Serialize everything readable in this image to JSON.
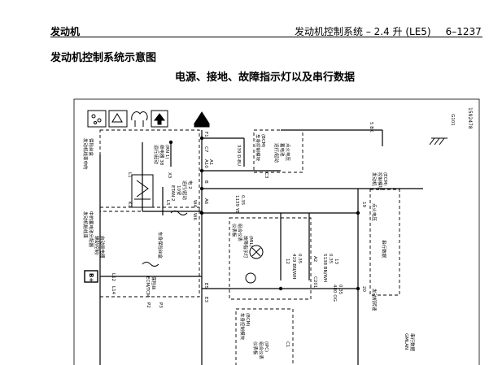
{
  "header": {
    "left": "发动机",
    "right": "发动机控制系统 – 2.4 升 (LE5)",
    "page": "6–1237"
  },
  "section_title": "发动机控制系统示意图",
  "diagram": {
    "title": "电源、接地、故障指示灯以及串行数据",
    "figure_id": "1592478",
    "icons": [
      "o2-sensor-icon",
      "ecm-icon",
      "fuse-block-icon",
      "up-arrow-icon",
      "warning-triangle-icon"
    ],
    "left_labels": [
      "发动机线束中的",
      "保险丝盒",
      "发动机舱线束",
      "中的蓄电池分配器",
      "辅助控制/",
      "启动继电器",
      "车身保险丝盒",
      "ECM/TCM",
      "保险丝"
    ],
    "relay_labels": [
      "运行/起动",
      "继电器 38",
      "(RN 1)",
      "运行/起动",
      "电 2",
      "ETAN 2",
      "10安"
    ],
    "pins": [
      "F1",
      "C7",
      "A10",
      "A1",
      "X3",
      "B",
      "C3",
      "L1",
      "K1",
      "A6",
      "L5",
      "W4",
      "W6",
      "L12",
      "L14",
      "P3",
      "P2",
      "E5",
      "A2",
      "E3",
      "C201",
      "12",
      "13",
      "19",
      "20",
      "C1"
    ],
    "wires": [
      "5 BK",
      "339 D-BU",
      "1139 YE",
      "0.35",
      "419 BN/WH",
      "0.35",
      "5138 BN/WH",
      "0.35",
      "480 OG",
      "0.35",
      "G101"
    ],
    "right_labels": [
      "车身控制模块",
      "(BCM)",
      "运行/起动",
      "蓄电池",
      "点火电压",
      "发动机",
      "控制模块",
      "(ECM)",
      "点火电压",
      "串行数据",
      "发动机转速"
    ],
    "mil_labels": [
      "仪表板",
      "组合仪表",
      "故障指示灯",
      "(MIL)"
    ],
    "bottom_labels": [
      "车身控制模块",
      "(BCM)",
      "仪表板",
      "组合仪表",
      "(IPC)",
      "GMLAN",
      "串行数据"
    ],
    "ground_box": "B+"
  }
}
